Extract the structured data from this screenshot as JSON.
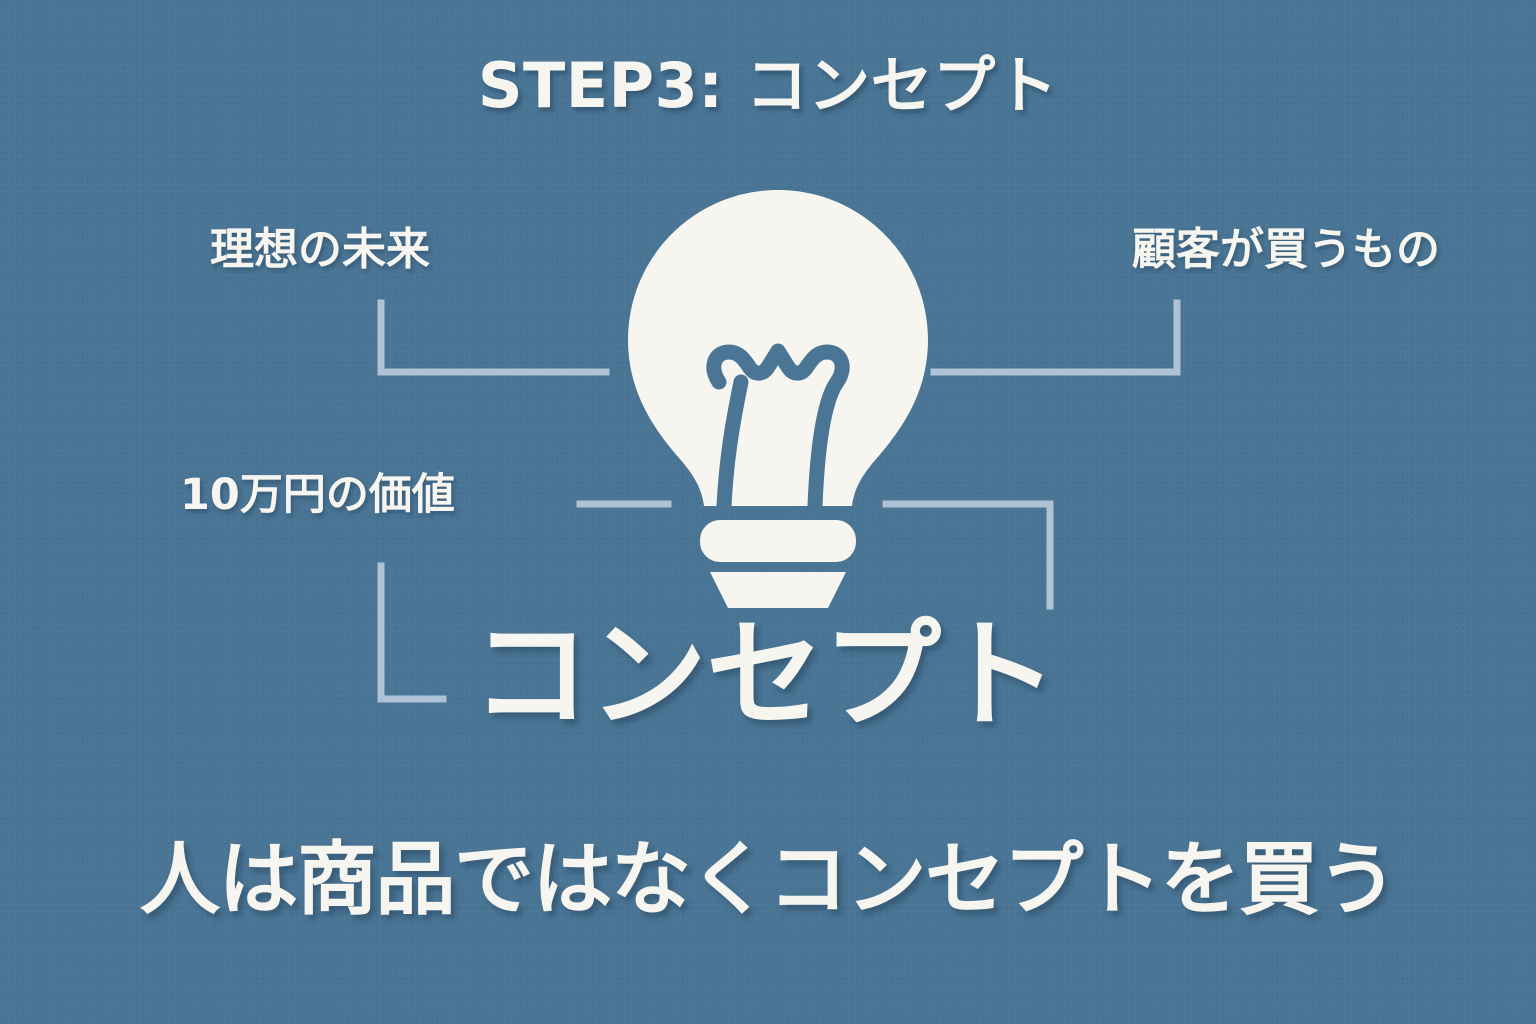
{
  "slide": {
    "title": "STEP3: コンセプト",
    "center_word": "コンセプト",
    "tagline": "人は商品ではなくコンセプトを買う",
    "background_color": "#4a7595",
    "text_color": "#f7f5ef",
    "connector_color": "#b6cadb"
  },
  "nodes": [
    {
      "id": "ideal-future",
      "label": "理想の未来",
      "position": "top-left"
    },
    {
      "id": "customer-buys",
      "label": "顧客が買うもの",
      "position": "top-right"
    },
    {
      "id": "value-100k",
      "label": "10万円の価値",
      "position": "middle-left"
    }
  ],
  "icon": {
    "name": "lightbulb-icon",
    "fill": "#f7f5ef",
    "filament_color": "#4a7595"
  }
}
